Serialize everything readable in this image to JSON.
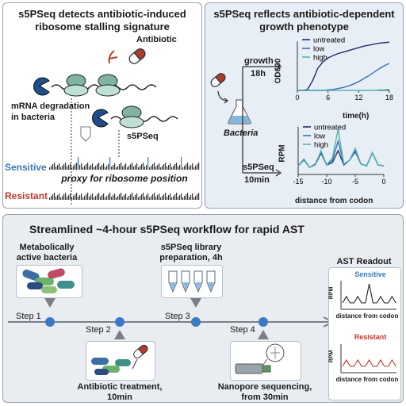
{
  "top_left": {
    "title_line1": "s5PSeq detects antibiotic-induced",
    "title_line2": "ribosome stalling signature",
    "antibiotic": "Antibiotic",
    "mrna_line1": "mRNA degradation",
    "mrna_line2": "in bacteria",
    "method": "s5PSeq",
    "sensitive": "Sensitive",
    "resistant": "Resistant",
    "proxy": "proxy for ribosome position"
  },
  "top_right": {
    "title_line1": "s5PSeq reflects antibiotic-dependent",
    "title_line2": "growth phenotype",
    "bacteria": "Bacteria",
    "growth": "growth",
    "growth_time": "18h",
    "s5pseq": "s5PSeq",
    "seq_time": "10min"
  },
  "bottom": {
    "title": "Streamlined ~4-hour s5PSeq workflow for rapid AST",
    "meta_line1": "Metabolically",
    "meta_line2": "active bacteria",
    "lib_line1": "s5PSeq library",
    "lib_line2": "preparation, 4h",
    "ast_readout": "AST Readout",
    "step1": "Step 1",
    "step2": "Step 2",
    "step3": "Step 3",
    "step4": "Step 4",
    "abx_line1": "Antibiotic treatment,",
    "abx_line2": "10min",
    "nano_line1": "Nanopore sequencing,",
    "nano_line2": "from 30min",
    "mini_sensitive": "Sensitive",
    "mini_resistant": "Resistant",
    "mini_ylabel": "RPM",
    "mini_xlabel": "distance from codon"
  },
  "colors": {
    "sensitive": "#3a78b8",
    "resistant": "#c0392b",
    "untreated": "#1f2e6e",
    "low": "#3c6fb4",
    "high": "#4fb6b0",
    "panel_bg_right": "#e8eef5",
    "panel_bg_bottom": "#e9ecf0"
  },
  "chart_data": [
    {
      "type": "line",
      "ylabel": "OD600",
      "xlabel": "time(h)",
      "xticks": [
        0,
        6,
        12,
        18
      ],
      "xlim": [
        0,
        18
      ],
      "ylim": [
        0,
        1
      ],
      "x": [
        0,
        1,
        2,
        3,
        4,
        5,
        6,
        7,
        8,
        9,
        10,
        11,
        12,
        13,
        14,
        15,
        16,
        17,
        18
      ],
      "series": [
        {
          "name": "untreated",
          "values": [
            0.0,
            0.0,
            0.02,
            0.2,
            0.45,
            0.58,
            0.66,
            0.71,
            0.75,
            0.78,
            0.81,
            0.84,
            0.87,
            0.9,
            0.92,
            0.94,
            0.96,
            0.97,
            0.98
          ]
        },
        {
          "name": "low",
          "values": [
            0.0,
            0.0,
            0.0,
            0.0,
            0.0,
            0.0,
            0.01,
            0.02,
            0.04,
            0.06,
            0.09,
            0.13,
            0.18,
            0.24,
            0.3,
            0.37,
            0.44,
            0.5,
            0.55
          ]
        },
        {
          "name": "high",
          "values": [
            0.0,
            0.0,
            0.0,
            0.0,
            0.0,
            0.0,
            0.0,
            0.0,
            0.0,
            0.0,
            0.0,
            0.0,
            0.0,
            0.0,
            0.0,
            0.0,
            0.01,
            0.01,
            0.02
          ]
        }
      ]
    },
    {
      "type": "line",
      "ylabel": "RPM",
      "xlabel": "distance from codon",
      "xticks": [
        -15,
        -10,
        -5,
        0
      ],
      "xlim": [
        -15,
        0
      ],
      "ylim": [
        0,
        1
      ],
      "x": [
        -15,
        -14,
        -13,
        -12,
        -11,
        -10,
        -9,
        -8,
        -7,
        -6,
        -5,
        -4,
        -3,
        -2,
        -1,
        0
      ],
      "series": [
        {
          "name": "untreated",
          "values": [
            0.18,
            0.3,
            0.15,
            0.2,
            0.45,
            0.2,
            0.25,
            0.5,
            0.2,
            0.3,
            0.48,
            0.22,
            0.18,
            0.45,
            0.2,
            0.18
          ]
        },
        {
          "name": "low",
          "values": [
            0.18,
            0.32,
            0.15,
            0.22,
            0.48,
            0.2,
            0.3,
            0.7,
            0.22,
            0.3,
            0.5,
            0.22,
            0.18,
            0.46,
            0.2,
            0.18
          ]
        },
        {
          "name": "high",
          "values": [
            0.18,
            0.3,
            0.15,
            0.2,
            0.5,
            0.2,
            0.35,
            0.95,
            0.22,
            0.3,
            0.55,
            0.22,
            0.18,
            0.45,
            0.2,
            0.18
          ]
        }
      ]
    }
  ]
}
